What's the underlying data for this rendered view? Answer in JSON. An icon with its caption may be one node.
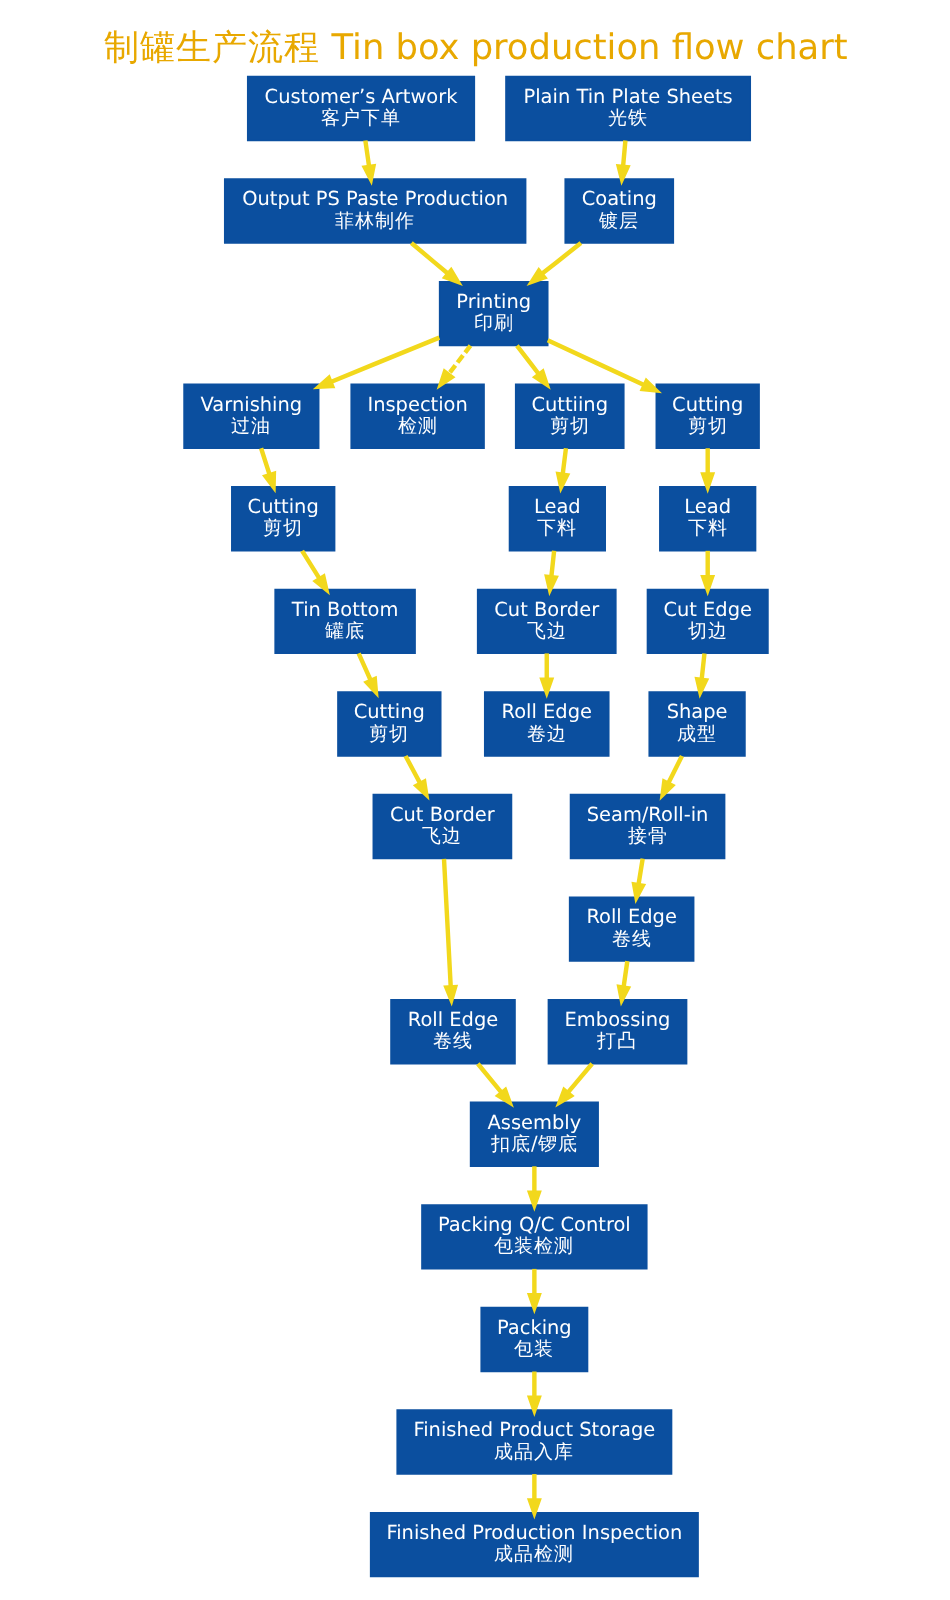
{
  "diagram": {
    "title": "制罐生产流程 Tin box production flow chart",
    "nodes": [
      {
        "text": [
          "Customer’s Artwork",
          "客户下单"
        ]
      },
      {
        "text": [
          "Plain Tin Plate Sheets",
          "光铁"
        ]
      },
      {
        "text": [
          "Output PS Paste Production",
          "菲林制作"
        ]
      },
      {
        "text": [
          "Coating",
          "镀层"
        ]
      },
      {
        "text": [
          "Printing",
          "印刷"
        ]
      },
      {
        "text": [
          "Varnishing",
          "过油"
        ]
      },
      {
        "text": [
          "Inspection",
          "检测"
        ]
      },
      {
        "text": [
          "Cutting",
          "剪切"
        ]
      },
      {
        "text": [
          "Cuttiing",
          "剪切"
        ]
      },
      {
        "text": [
          "Tin Bottom",
          "罐底"
        ]
      },
      {
        "text": [
          "Cutting",
          "剪切"
        ]
      },
      {
        "text": [
          "Lead",
          "下料"
        ]
      },
      {
        "text": [
          "Cutting",
          "剪切"
        ]
      },
      {
        "text": [
          "Cut Edge",
          "切边"
        ]
      },
      {
        "text": [
          "Lead",
          "下料"
        ]
      },
      {
        "text": [
          "Shape",
          "成型"
        ]
      },
      {
        "text": [
          "Cut Border",
          "飞边"
        ]
      },
      {
        "text": [
          "Seam/Roll-in",
          "接骨"
        ]
      },
      {
        "text": [
          "Cut Border",
          "飞边"
        ]
      },
      {
        "text": [
          "Roll Edge",
          "卷线"
        ]
      },
      {
        "text": [
          "Roll Edge",
          "卷线"
        ]
      },
      {
        "text": [
          "Roll Edge",
          "卷边"
        ]
      },
      {
        "text": [
          "Assembly",
          "扣底/锣底"
        ]
      },
      {
        "text": [
          "Embossing",
          "打凸"
        ]
      },
      {
        "text": [
          "Packing Q/C Control",
          "包装检测"
        ]
      },
      {
        "text": [
          "Packing",
          "包装"
        ]
      },
      {
        "text": [
          "Finished Product Storage",
          "成品入库"
        ]
      },
      {
        "text": [
          "Finished Production Inspection",
          "成品检测"
        ]
      }
    ],
    "edges": [
      {
        "from": 0,
        "to": 2,
        "arrow": "to"
      },
      {
        "from": 1,
        "to": 3,
        "arrow": "to"
      },
      {
        "from": 2,
        "to": 4,
        "arrow": "to"
      },
      {
        "from": 3,
        "to": 4,
        "arrow": "to"
      },
      {
        "from": 4,
        "to": 5,
        "arrow": "to"
      },
      {
        "from": 4,
        "to": 6,
        "arrow": "to",
        "style": "dashed"
      },
      {
        "from": 5,
        "to": 7,
        "arrow": "to"
      },
      {
        "from": 4,
        "to": 8,
        "arrow": "to"
      },
      {
        "from": 4,
        "to": 10,
        "arrow": "to"
      },
      {
        "from": 7,
        "to": 9,
        "arrow": "to"
      },
      {
        "from": 8,
        "to": 14,
        "arrow": "to"
      },
      {
        "from": 14,
        "to": 18,
        "arrow": "to"
      },
      {
        "from": 18,
        "to": 21,
        "arrow": "to"
      },
      {
        "from": 9,
        "to": 12,
        "arrow": "to"
      },
      {
        "from": 12,
        "to": 16,
        "arrow": "to"
      },
      {
        "from": 16,
        "to": 19,
        "arrow": "to"
      },
      {
        "from": 19,
        "to": 22,
        "arrow": "to"
      },
      {
        "from": 10,
        "to": 11,
        "arrow": "to"
      },
      {
        "from": 11,
        "to": 13,
        "arrow": "to"
      },
      {
        "from": 13,
        "to": 15,
        "arrow": "to"
      },
      {
        "from": 15,
        "to": 17,
        "arrow": "to"
      },
      {
        "from": 17,
        "to": 20,
        "arrow": "to"
      },
      {
        "from": 20,
        "to": 23,
        "arrow": "to"
      },
      {
        "from": 23,
        "to": 22,
        "arrow": "to"
      },
      {
        "from": 22,
        "to": 24,
        "arrow": "to"
      },
      {
        "from": 24,
        "to": 25,
        "arrow": "to"
      },
      {
        "from": 25,
        "to": 26,
        "arrow": "to"
      },
      {
        "from": 26,
        "to": 27,
        "arrow": "to"
      }
    ]
  }
}
